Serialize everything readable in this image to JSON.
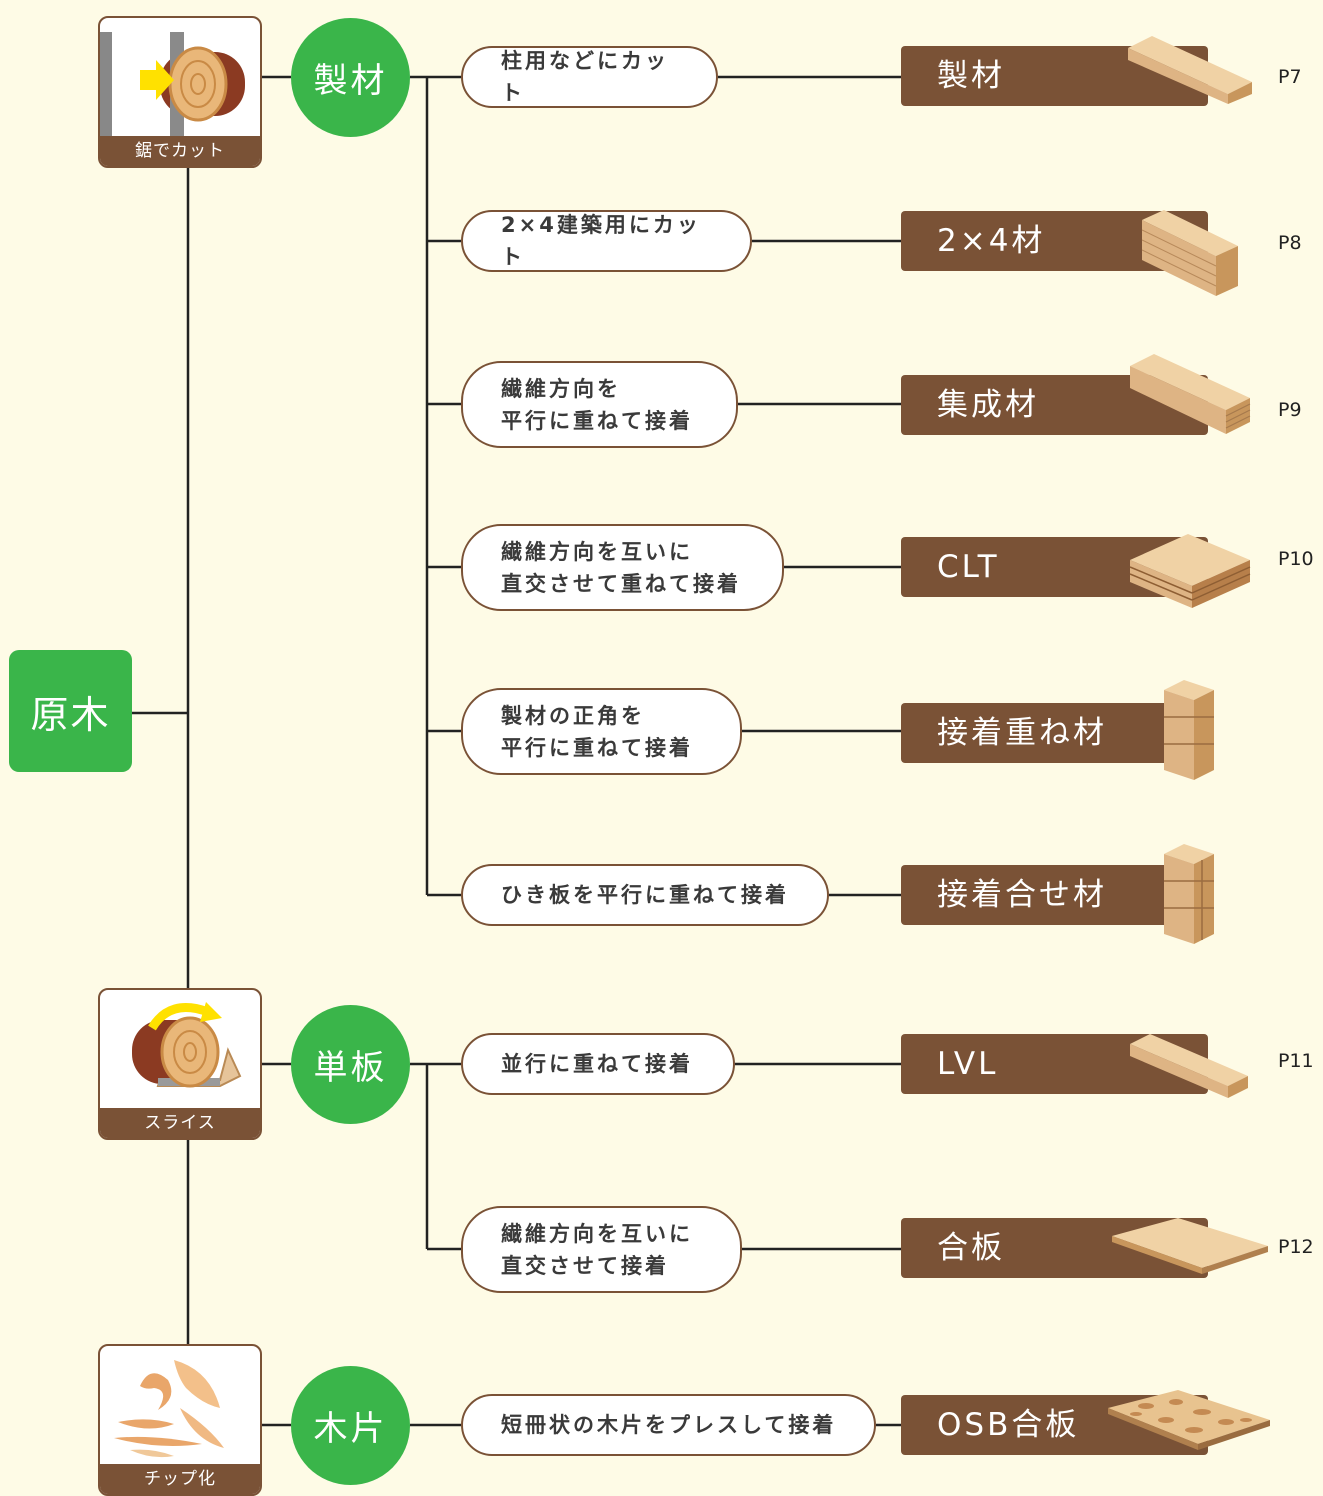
{
  "root": {
    "label": "原木"
  },
  "methods": [
    {
      "label": "製材",
      "card_caption": "鋸でカット",
      "icon": "log-saw-icon"
    },
    {
      "label": "単板",
      "card_caption": "スライス",
      "icon": "log-slice-icon"
    },
    {
      "label": "木片",
      "card_caption": "チップ化",
      "icon": "wood-chips-icon"
    }
  ],
  "processes": [
    "柱用などにカット",
    "2×4建築用にカット",
    "繊維方向を\n平行に重ねて接着",
    "繊維方向を互いに\n直交させて重ねて接着",
    "製材の正角を\n平行に重ねて接着",
    "ひき板を平行に重ねて接着",
    "並行に重ねて接着",
    "繊維方向を互いに\n直交させて接着",
    "短冊状の木片をプレスして接着"
  ],
  "products": [
    {
      "name": "製材",
      "page": "P7"
    },
    {
      "name": "2×4材",
      "page": "P8"
    },
    {
      "name": "集成材",
      "page": "P9"
    },
    {
      "name": "CLT",
      "page": "P10"
    },
    {
      "name": "接着重ね材",
      "page": ""
    },
    {
      "name": "接着合せ材",
      "page": ""
    },
    {
      "name": "LVL",
      "page": "P11"
    },
    {
      "name": "合板",
      "page": "P12"
    },
    {
      "name": "OSB合板",
      "page": ""
    }
  ],
  "colors": {
    "green": "#3ab54a",
    "brown": "#7a5236",
    "background": "#fefbe6"
  }
}
